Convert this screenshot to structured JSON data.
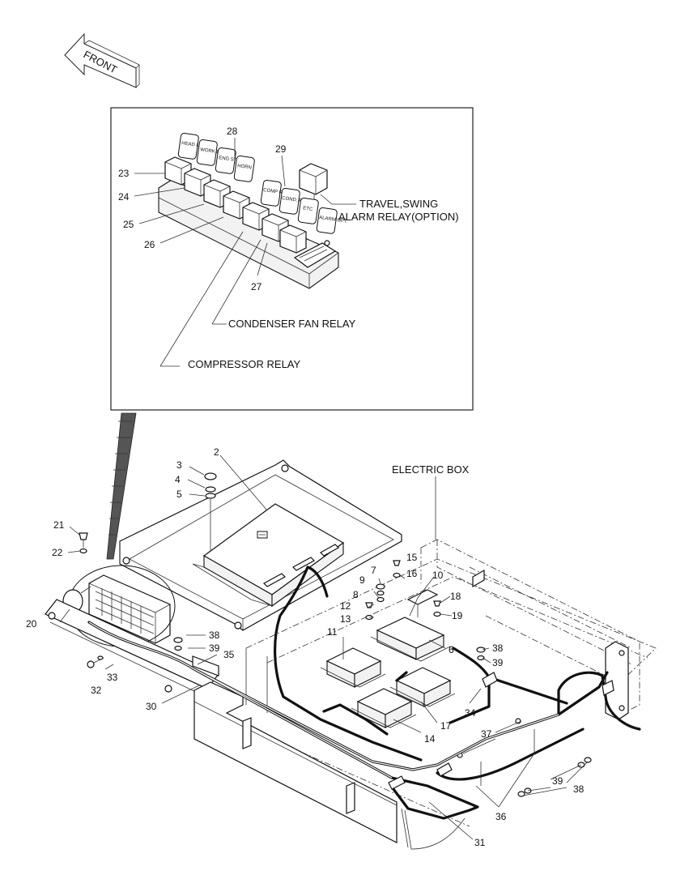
{
  "front_arrow": {
    "label": "FRONT"
  },
  "inset": {
    "relay_tags": [
      "HEAD LAMP",
      "WORK LAMP",
      "ENG STOP",
      "HORN",
      "COMP RESSOR",
      "COND. FAN",
      "ETC",
      "ALARM OPT."
    ],
    "callouts": {
      "c23": "23",
      "c24": "24",
      "c25": "25",
      "c26": "26",
      "c27": "27",
      "c28": "28",
      "c29": "29"
    },
    "labels": {
      "travel_swing_1": "TRAVEL,SWING",
      "travel_swing_2": "ALARM RELAY(OPTION)",
      "condenser": "CONDENSER FAN RELAY",
      "compressor": "COMPRESSOR RELAY"
    }
  },
  "main": {
    "electric_box_label": "ELECTRIC BOX",
    "callouts": {
      "c2": "2",
      "c3": "3",
      "c4": "4",
      "c5": "5",
      "c6": "6",
      "c7": "7",
      "c8": "8",
      "c9": "9",
      "c10": "10",
      "c11": "11",
      "c12": "12",
      "c13": "13",
      "c14": "14",
      "c15": "15",
      "c16": "16",
      "c17": "17",
      "c18": "18",
      "c19": "19",
      "c20": "20",
      "c21": "21",
      "c22": "22",
      "c30": "30",
      "c31": "31",
      "c32": "32",
      "c33": "33",
      "c34": "34",
      "c35": "35",
      "c36": "36",
      "c37": "37",
      "c38a": "38",
      "c38b": "38",
      "c38c": "38",
      "c39a": "39",
      "c39b": "39",
      "c39c": "39"
    }
  }
}
